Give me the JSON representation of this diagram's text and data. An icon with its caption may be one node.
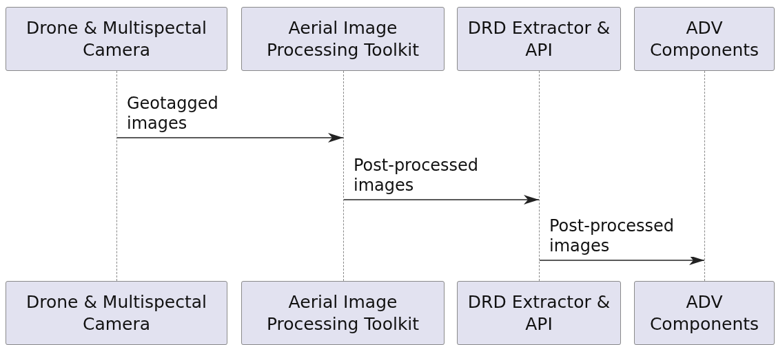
{
  "diagram": {
    "nodes": [
      {
        "text": [
          "Drone & Multispectal Camera"
        ]
      },
      {
        "text": [
          "Aerial Image Processing Toolkit"
        ]
      },
      {
        "text": [
          "DRD Extractor & API"
        ]
      },
      {
        "text": [
          "ADV Components"
        ]
      },
      {
        "text": [],
        "shape": "line"
      },
      {
        "text": [],
        "shape": "line"
      },
      {
        "text": [],
        "shape": "line"
      },
      {
        "text": [],
        "shape": "line"
      },
      {
        "text": [
          "Drone & Multispectal Camera"
        ]
      },
      {
        "text": [
          "Aerial Image Processing Toolkit"
        ]
      },
      {
        "text": [
          "DRD Extractor & API"
        ]
      },
      {
        "text": [
          "ADV Components"
        ]
      }
    ],
    "edges": [
      {
        "from": 4,
        "to": 5,
        "arrow": "to",
        "label": "Geotagged images"
      },
      {
        "from": 5,
        "to": 6,
        "arrow": "to",
        "label": "Post-processed images"
      },
      {
        "from": 6,
        "to": 7,
        "arrow": "to",
        "label": "Post-processed images"
      }
    ]
  }
}
